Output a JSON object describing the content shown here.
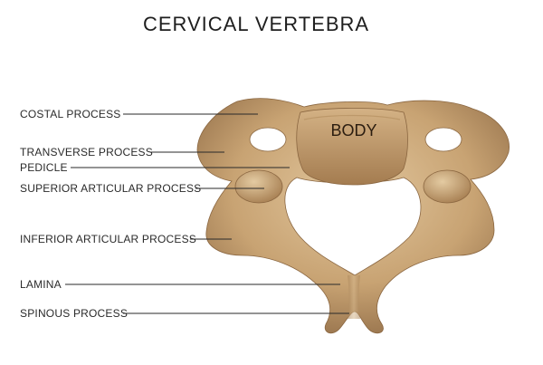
{
  "title": "CERVICAL VERTEBRA",
  "body_label": "BODY",
  "labels": [
    "COSTAL PROCESS",
    "TRANSVERSE PROCESS",
    "PEDICLE",
    "SUPERIOR ARTICULAR PROCESS",
    "INFERIOR ARTICULAR PROCESS",
    "LAMINA",
    "SPINOUS PROCESS"
  ],
  "colors": {
    "bone_light": "#e2c79e",
    "bone_mid": "#c8a373",
    "bone_dark": "#94704a",
    "line": "#2a2a2a",
    "background": "#ffffff"
  }
}
